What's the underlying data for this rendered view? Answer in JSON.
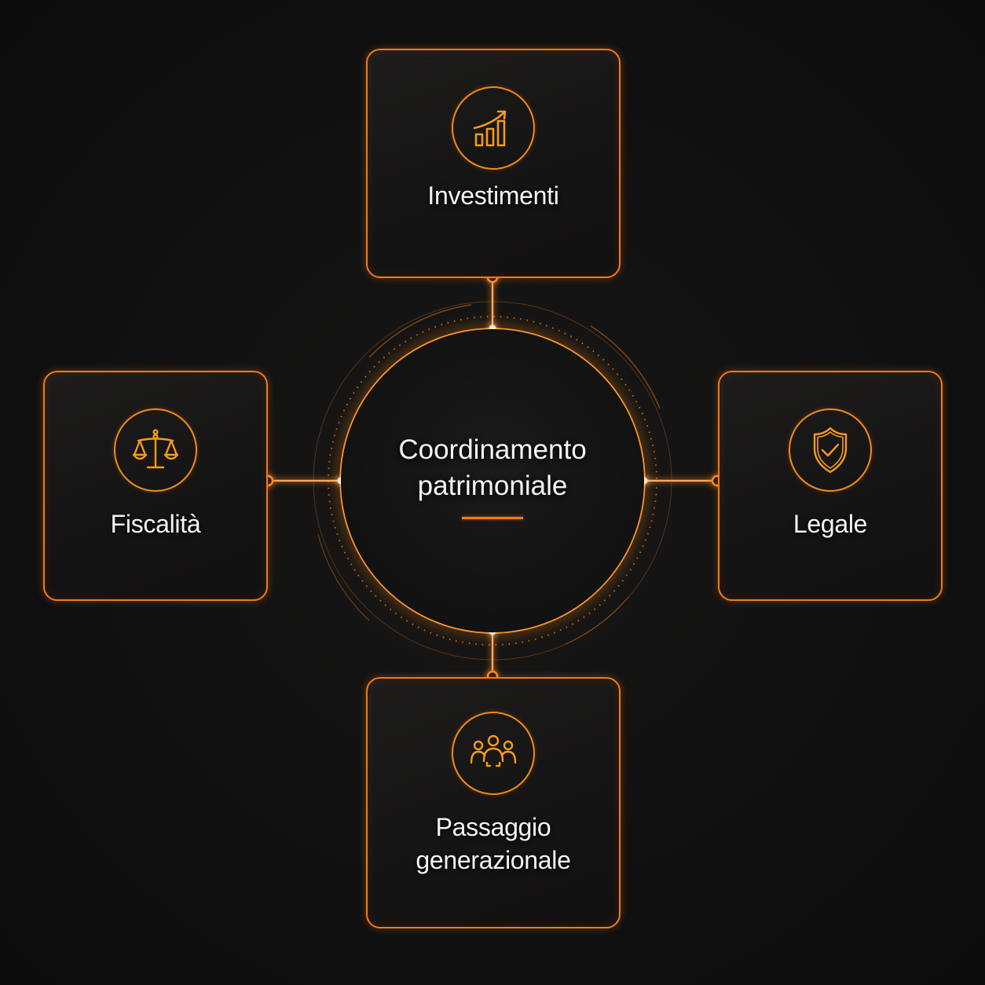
{
  "diagram": {
    "type": "hub-and-spoke",
    "accent_color": "#f07a1a",
    "background_color": "#111111",
    "text_color": "#f4f4f4",
    "center": {
      "title_line1": "Coordinamento",
      "title_line2": "patrimoniale",
      "title": "Coordinamento patrimoniale"
    },
    "nodes": [
      {
        "id": "top",
        "label": "Investimenti",
        "icon": "growth-chart-icon",
        "position": "top"
      },
      {
        "id": "left",
        "label": "Fiscalità",
        "icon": "balance-scale-icon",
        "position": "left"
      },
      {
        "id": "right",
        "label": "Legale",
        "icon": "shield-check-icon",
        "position": "right"
      },
      {
        "id": "bottom",
        "label_line1": "Passaggio",
        "label_line2": "generazionale",
        "label": "Passaggio generazionale",
        "icon": "people-group-icon",
        "position": "bottom"
      }
    ],
    "edges": [
      {
        "from": "center",
        "to": "top"
      },
      {
        "from": "center",
        "to": "left"
      },
      {
        "from": "center",
        "to": "right"
      },
      {
        "from": "center",
        "to": "bottom"
      }
    ]
  }
}
